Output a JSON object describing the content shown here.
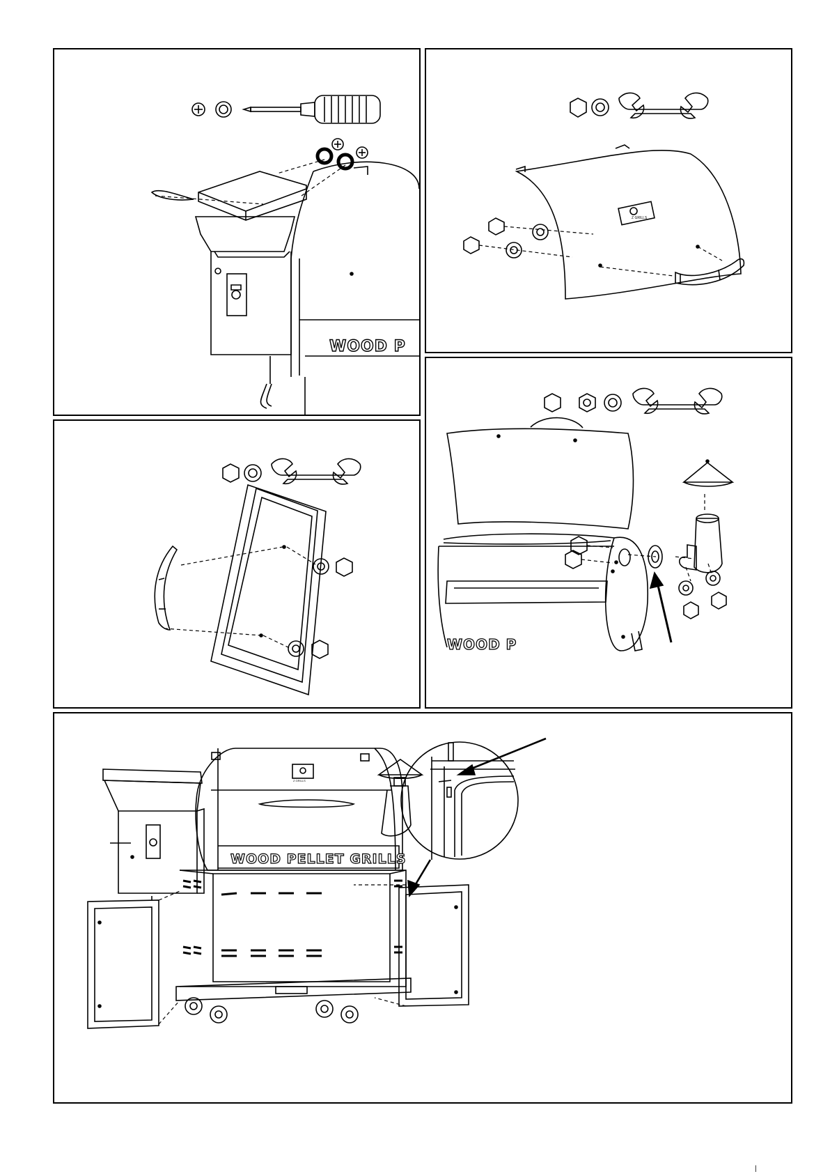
{
  "panels": {
    "hopper_lid": {
      "wood_label": "WOOD P"
    },
    "grill_lid": {
      "badge_text": "Z GRILLS"
    },
    "door": {},
    "chimney": {
      "wood_label": "WOOD  P"
    },
    "final": {
      "grill_label": "WOOD PELLET GRILLS",
      "badge_text": "Z GRILLS"
    }
  },
  "icons": [
    "screw-icon",
    "washer-icon",
    "screwdriver-icon",
    "hex-nut-icon",
    "wrench-icon",
    "arrow-icon"
  ],
  "colors": {
    "line": "#000000",
    "background": "#ffffff",
    "shade": "#e6e6e6"
  }
}
